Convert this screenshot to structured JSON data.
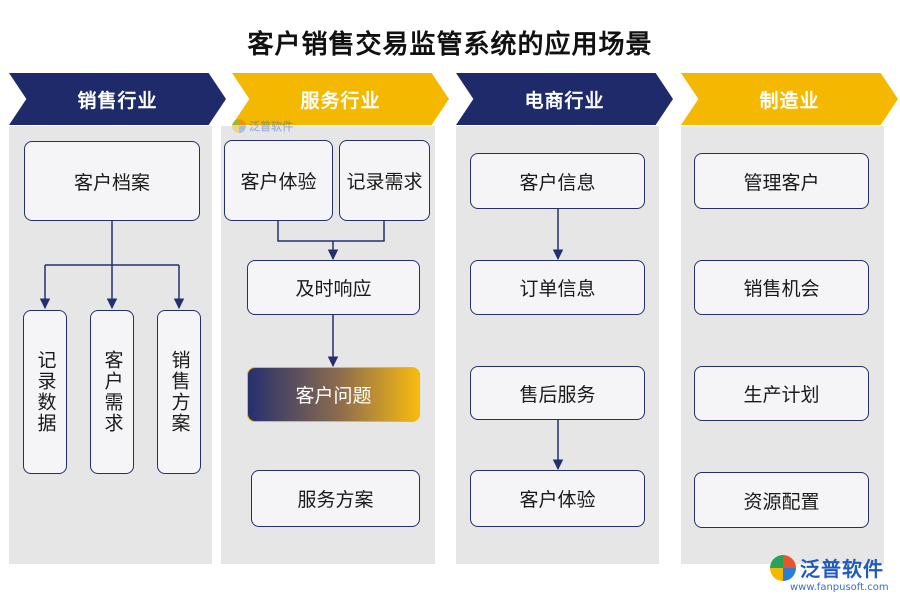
{
  "title": "客户销售交易监管系统的应用场景",
  "columns": [
    {
      "header": "销售行业",
      "nodes": [
        "客户档案",
        "记录数据",
        "客户需求",
        "销售方案"
      ]
    },
    {
      "header": "服务行业",
      "nodes": [
        "客户体验",
        "记录需求",
        "及时响应",
        "客户问题",
        "服务方案"
      ]
    },
    {
      "header": "电商行业",
      "nodes": [
        "客户信息",
        "订单信息",
        "售后服务",
        "客户体验"
      ]
    },
    {
      "header": "制造业",
      "nodes": [
        "管理客户",
        "销售机会",
        "生产计划",
        "资源配置"
      ]
    }
  ],
  "logo": {
    "name": "泛普软件",
    "url": "www.fanpusoft.com"
  },
  "watermark": "泛普软件",
  "colors": {
    "navy": "#1f2a6b",
    "gold": "#f5b800",
    "panel": "#e6e6e6"
  }
}
